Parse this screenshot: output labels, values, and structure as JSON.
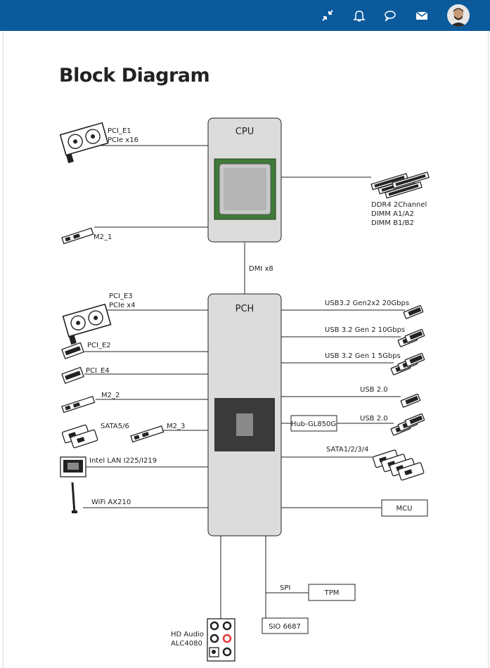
{
  "header": {
    "background": "#0a5a9c",
    "icons": [
      "collapse-icon",
      "bell-icon",
      "chat-icon",
      "mail-icon",
      "user-avatar"
    ]
  },
  "page": {
    "title": "Block Diagram"
  },
  "diagram": {
    "cpu": "CPU",
    "pch": "PCH",
    "dmi": "DMI x8",
    "pcie1": {
      "name": "PCI_E1",
      "spec": "PCIe x16"
    },
    "m2_1": "M2_1",
    "ddr": {
      "line1": "DDR4 2Channel",
      "line2": "DIMM A1/A2",
      "line3": "DIMM B1/B2"
    },
    "pcie3": {
      "name": "PCI_E3",
      "spec": "PCIe x4"
    },
    "pcie2": "PCI_E2",
    "pcie4": "PCI_E4",
    "m2_2": "M2_2",
    "sata56": "SATA5/6",
    "m2_3": "M2_3",
    "lan": "Intel LAN I225/I219",
    "wifi": "WiFi AX210",
    "usb_20g": "USB3.2 Gen2x2 20Gbps",
    "usb_10g": "USB 3.2 Gen 2 10Gbps",
    "usb_5g": "USB 3.2 Gen 1 5Gbps",
    "usb2_a": "USB 2.0",
    "usb2_b": "USB 2.0",
    "hub": "Hub-GL850G",
    "sata1234": "SATA1/2/3/4",
    "mcu": "MCU",
    "spi": "SPI",
    "tpm": "TPM",
    "sio": "SIO 6687",
    "audio": {
      "line1": "HD Audio",
      "line2": "ALC4080"
    }
  }
}
